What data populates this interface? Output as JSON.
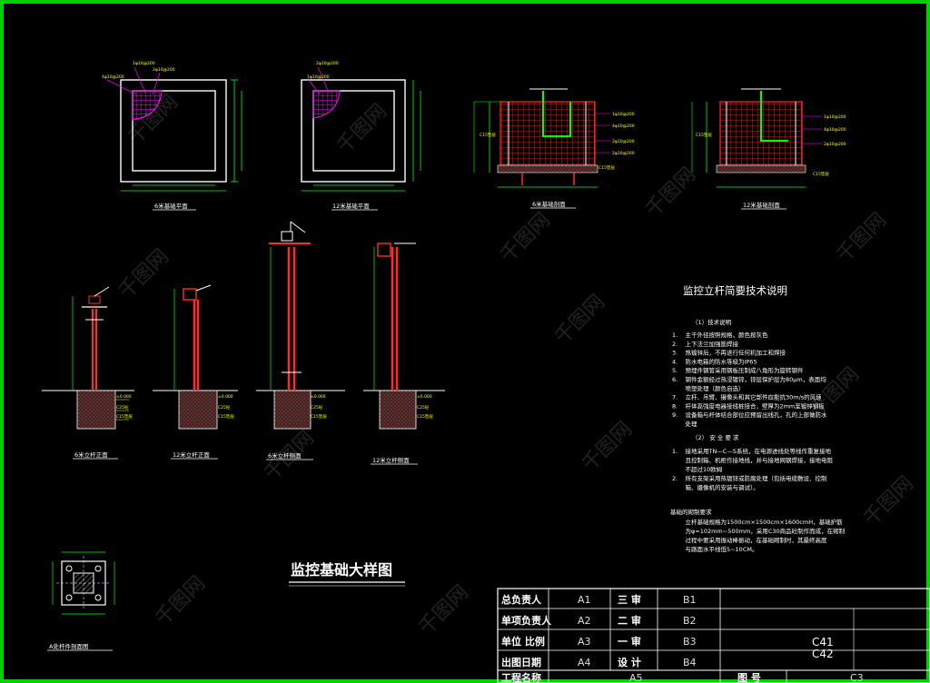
{
  "drawing": {
    "main_title": "监控基础大样图",
    "spec_title": "监控立杆简要技术说明",
    "views": {
      "plan_6m": "6米基础平面",
      "plan_12m": "12米基础平面",
      "section_6m": "6米基础剖面",
      "section_12m": "12米基础剖面",
      "elev_6m_front": "6米立杆正面",
      "elev_12m_front": "12米立杆正面",
      "elev_6m_side": "6米立杆侧面",
      "elev_12m_side": "12米立杆侧面",
      "flange": "A处杆件剖面图"
    },
    "rebar_notes": [
      "4φ10@200",
      "1φ10@200",
      "2φ10@200",
      "2φ10@200"
    ],
    "ground_labels": [
      "±0.000",
      "C15垫层",
      "C25砼"
    ],
    "spec": {
      "sec1_heading": "（1）技术说明",
      "sec1_items": [
        "1.    主干外径按照规格，颜色按灰色",
        "2.    上下法兰加强筋焊接",
        "3.    热镀锌后，不再进行任何机加工和焊接",
        "4.    防水电箱的防水等级为IP65",
        "5.    预埋件钢管采用钢板压制成八角形为旋转钢件",
        "6.    钢件金额经过热浸镀锌，锌层保护层为80μm，表面均",
        "       喷塑处理（颜色自选）",
        "7.    立杆、吊臂、摄像头和其它部件应能抗30m/s的风速",
        "8.    杆体高强度电器接线桩接合，壁厚为2mm至镀锌钢板",
        "9.    设备箱与杆体结合部位应预留出线孔，孔的上部做防水",
        "       处理"
      ],
      "sec2_heading": "（2）    安 全 要 求",
      "sec2_items": [
        "1.    接地采用TN—C—S系统，在电源进线处等线作重复接地",
        "       且控制箱、机柜作接地线，并与接地网钢焊接，接地电阻",
        "       不超过10欧姆",
        "2.    所有支架采用热镀锌或防腐处理（包括电缆敷设、控制",
        "       箱、摄像机的安装与调试）。"
      ],
      "sec3_heading": "基础的砌制要求",
      "sec3_items": [
        "       立杆基础规格为1500cm×1500cm×1600cmH，基础护筋",
        "       为φ=102mm~500mm，采用C30商品砼制作而成，在砌制",
        "       过程中要采用振动棒振动，在基础砌制时，其最终高度",
        "       与路面水平线低5~10CM。"
      ]
    },
    "title_block": {
      "rows": [
        [
          "总负责人",
          "A1",
          "三    审",
          "B1"
        ],
        [
          "单项负责人",
          "A2",
          "二    审",
          "B2"
        ],
        [
          "单位 比例",
          "A3",
          "一    审",
          "B3"
        ],
        [
          "出图日期",
          "A4",
          "设    计",
          "B4"
        ]
      ],
      "project_label": "工程名称",
      "project_value": "A5",
      "drawing_no_label": "图    号",
      "drawing_no_value": "C3",
      "big_code_1": "C41",
      "big_code_2": "C42"
    },
    "watermark": "千图网",
    "colors": {
      "frame": "#00d000",
      "outline": "#ffffff",
      "pole": "#ff0000",
      "rebar": "#ff00ff",
      "dim": "#00ff00",
      "note": "#ffff00",
      "concrete": "#c04040"
    }
  }
}
